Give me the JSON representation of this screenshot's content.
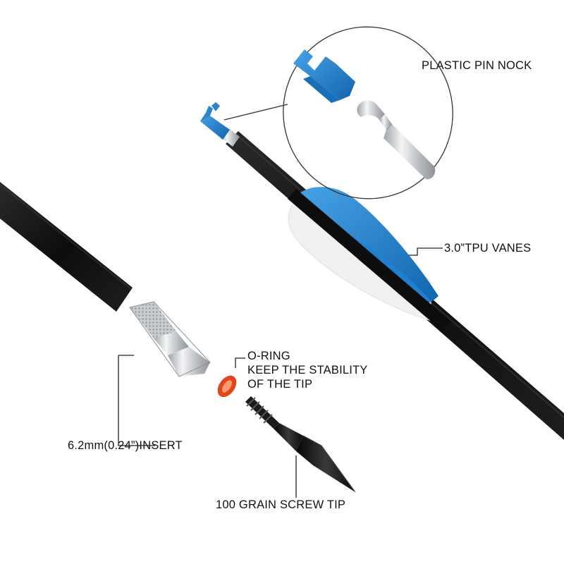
{
  "labels": {
    "nock": "PLASTIC PIN NOCK",
    "vanes": "3.0”TPU VANES",
    "oring_title": "O-RING",
    "oring_line2": "KEEP THE STABILITY",
    "oring_line3": "OF THE TIP",
    "insert": "6.2mm(0.24”)INSERT",
    "tip": "100 GRAIN SCREW TIP"
  },
  "colors": {
    "shaft": "#111111",
    "vane_blue": "#1f7fd0",
    "vane_white": "#eef0f2",
    "nock_blue": "#2a86cc",
    "metal": "#c9ccd0",
    "oring": "#e2451c",
    "line": "#222222"
  }
}
